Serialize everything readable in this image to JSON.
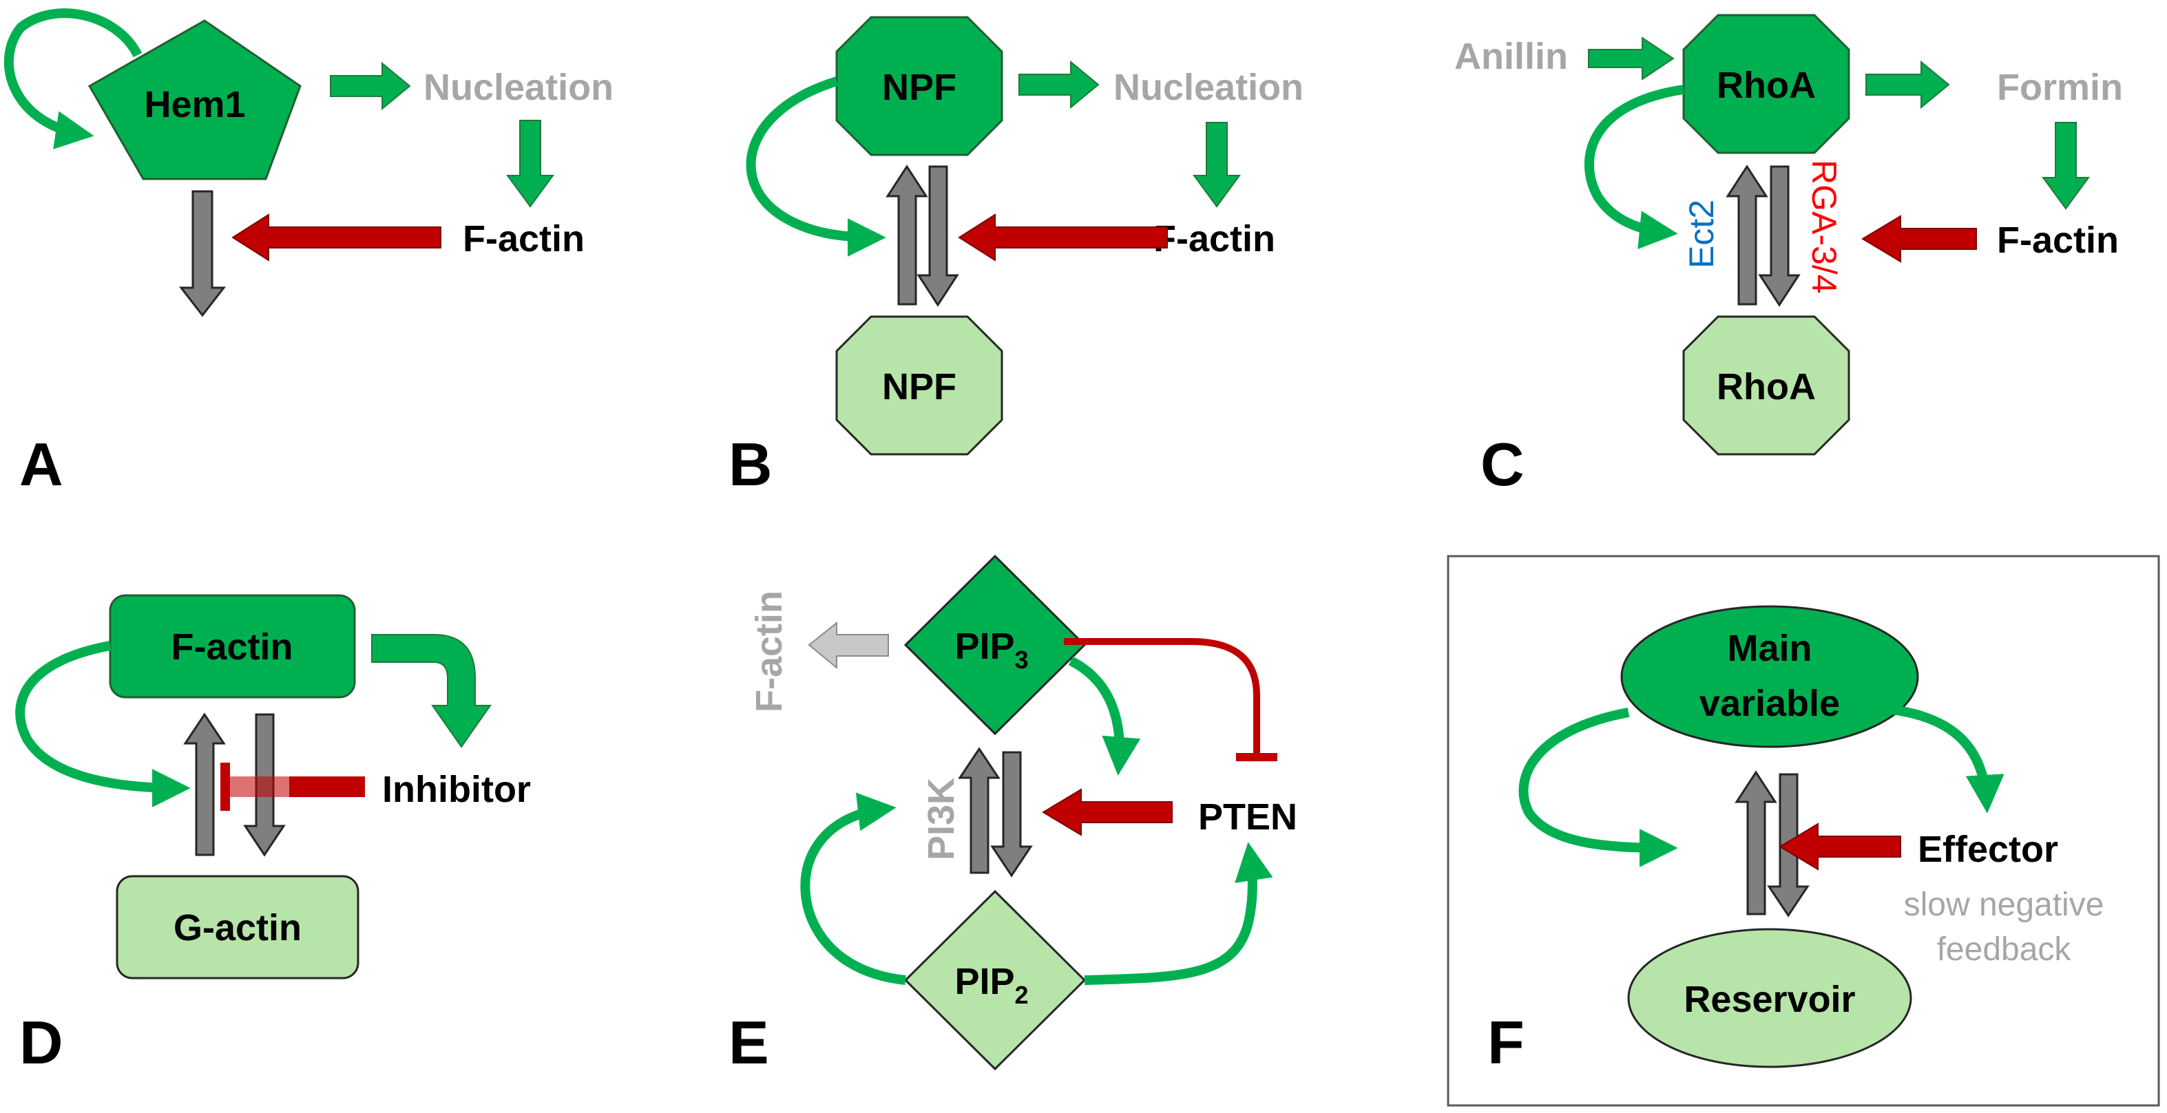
{
  "colors": {
    "active_fill": "#00b050",
    "inactive_fill": "#b7e4a8",
    "green_arrow": "#00b050",
    "red_arrow": "#c00000",
    "gray_arrow": "#7f7f7f",
    "gray_text": "#a6a6a6",
    "blue_text": "#0070c0",
    "red_text": "#ff0000"
  },
  "panels": {
    "A": {
      "label": "A",
      "node": "Hem1",
      "nucleation": "Nucleation",
      "factin": "F-actin"
    },
    "B": {
      "label": "B",
      "node_active": "NPF",
      "node_inactive": "NPF",
      "nucleation": "Nucleation",
      "factin": "F-actin"
    },
    "C": {
      "label": "C",
      "anillin": "Anillin",
      "node_active": "RhoA",
      "node_inactive": "RhoA",
      "formin": "Formin",
      "factin": "F-actin",
      "gef": "Ect2",
      "gap": "RGA-3/4"
    },
    "D": {
      "label": "D",
      "node_active": "F-actin",
      "node_inactive": "G-actin",
      "inhibitor": "Inhibitor"
    },
    "E": {
      "label": "E",
      "factin": "F-actin",
      "pip3_base": "PIP",
      "pip3_sub": "3",
      "pip2_base": "PIP",
      "pip2_sub": "2",
      "pi3k": "PI3K",
      "pten": "PTEN"
    },
    "F": {
      "label": "F",
      "main_line1": "Main",
      "main_line2": "variable",
      "reservoir": "Reservoir",
      "effector": "Effector",
      "feedback_line1": "slow negative",
      "feedback_line2": "feedback"
    }
  }
}
